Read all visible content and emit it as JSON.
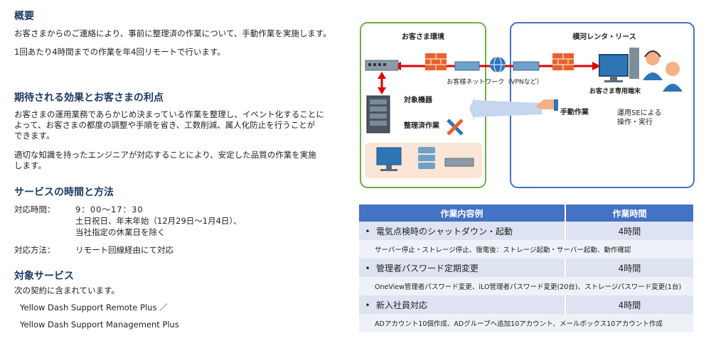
{
  "overview": {
    "heading": "概要",
    "line1": "お客さまからのご連絡により、事前に整理済の作業について、手動作業を実施します。",
    "line2": "1回あたり4時間までの作業を年4回リモートで行います。"
  },
  "benefits": {
    "heading": "期待される効果とお客さまの利点",
    "p1_lines": [
      "お客さまの運用業務であらかじめ決まっている作業を整理し、イベント化することに",
      "よって、お客さまの都度の調整や手順を省き、工数削減、属人化防止を行うことが",
      "できます。"
    ],
    "p2_lines": [
      "適切な知識を持ったエンジニアが対応することにより、安定した品質の作業を実施",
      "します。"
    ]
  },
  "service_time": {
    "heading": "サービスの時間と方法",
    "time_label": "対応時間：",
    "time_value": "9：00～17：30",
    "time_line2": "土日祝日、年末年始（12月29日～1月4日）、",
    "time_line3": "当社指定の休業日を除く",
    "method_label": "対応方法：",
    "method_value": "リモート回線経由にて対応"
  },
  "target": {
    "heading": "対象サービス",
    "intro": "次の契約に含まれています。",
    "item1": "Yellow Dash Support Remote Plus ／",
    "item2": "Yellow Dash Support Management Plus"
  },
  "diagram": {
    "customer_env": "お客さま環境",
    "provider": "横河レンタ・リース",
    "network": "お客様ネットワーク（VPNなど）",
    "terminal": "お客さま専用端末",
    "target_device": "対象機器",
    "organized_work": "整理済作業",
    "manual_work": "手動作業",
    "operator_line1": "運用SEによる",
    "operator_line2": "操作・実行"
  },
  "table": {
    "header_work": "作業内容例",
    "header_time": "作業時間",
    "rows": [
      {
        "bullet": "•",
        "title": "電気点検時のシャットダウン・起動",
        "time": "4時間",
        "detail": "サーバー停止・ストレージ停止、復電後：ストレージ起動・サーバー起動、動作確認"
      },
      {
        "bullet": "•",
        "title": "管理者パスワード定期変更",
        "time": "4時間",
        "detail": "OneView管理者パスワード変更、iLO管理者パスワード変更(20台)、ストレージパスワード変更(1台)"
      },
      {
        "bullet": "•",
        "title": "新入社員対応",
        "time": "4時間",
        "detail": "ADアカウント10個作成、ADグループへ追加10アカウント、メールボックス10アカウント作成"
      }
    ]
  },
  "colors": {
    "heading": "#1f3864",
    "customer_border": "#70ad47",
    "provider_border": "#4472c4",
    "arrow_red": "#e00000",
    "table_header": "#4472c4",
    "table_row": "#dde3f0"
  }
}
